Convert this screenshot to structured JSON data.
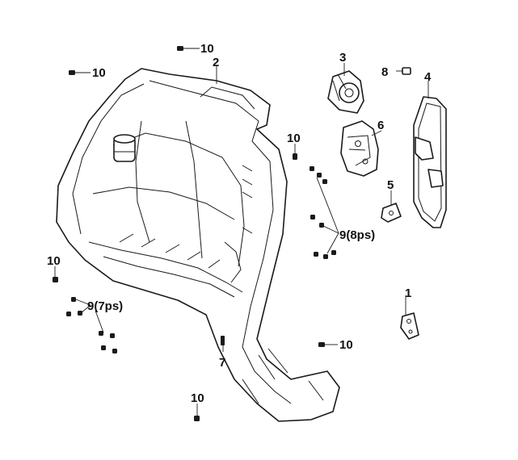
{
  "labels": {
    "p1": "1",
    "p2": "2",
    "p3": "3",
    "p4": "4",
    "p5": "5",
    "p6": "6",
    "p7": "7",
    "p8": "8",
    "p9a": "9(8ps)",
    "p9b": "9(7ps)",
    "p10a": "10",
    "p10b": "10",
    "p10c": "10",
    "p10d": "10",
    "p10e": "10",
    "p10f": "10"
  }
}
